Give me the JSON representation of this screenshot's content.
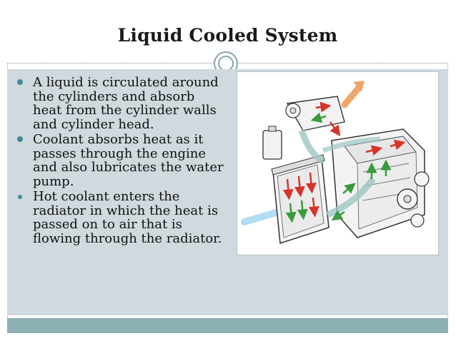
{
  "slide": {
    "title": "Liquid Cooled System",
    "bullets": [
      "A liquid  is circulated around the cylinders and absorb heat from the cylinder walls and cylinder head.",
      "Coolant absorbs heat as it passes through the engine and also lubricates the water pump.",
      "Hot coolant enters the radiator in which the heat is passed on to air that is flowing through the radiator."
    ]
  },
  "colors": {
    "accent": "#3a8a9c",
    "content_bg": "#cfd9de",
    "footer": "#8cb0b4",
    "hot_arrow": "#d6342b",
    "cool_arrow": "#3a9b3c",
    "air_arrow": "#9fd3ee"
  },
  "icons": {
    "bullet": "circle-bullet-icon",
    "divider": "double-ring-ornament-icon"
  },
  "diagram": {
    "subject": "engine-cooling-system-illustration"
  }
}
